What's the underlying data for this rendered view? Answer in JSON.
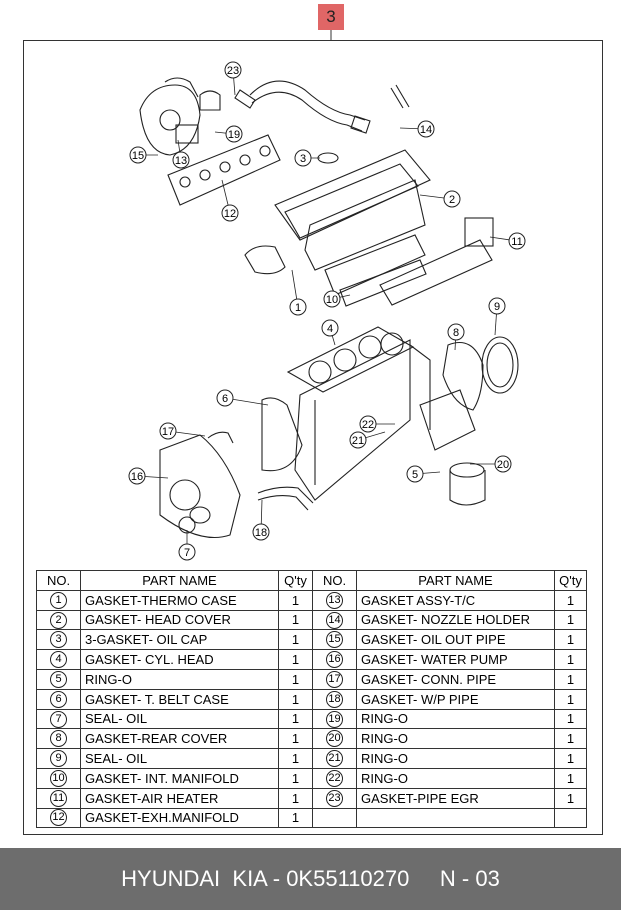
{
  "sheet_callout": "3",
  "callouts": [
    "1",
    "2",
    "3",
    "4",
    "5",
    "6",
    "7",
    "8",
    "9",
    "10",
    "11",
    "12",
    "13",
    "14",
    "15",
    "16",
    "17",
    "18",
    "19",
    "20",
    "21",
    "22",
    "23"
  ],
  "table": {
    "headers": {
      "no": "NO.",
      "part_name": "PART NAME",
      "qty": "Q'ty"
    },
    "left_rows": [
      {
        "no": "1",
        "name": "GASKET-THERMO CASE",
        "qty": "1"
      },
      {
        "no": "2",
        "name": "GASKET- HEAD COVER",
        "qty": "1"
      },
      {
        "no": "3",
        "name": "3-GASKET- OIL CAP",
        "qty": "1"
      },
      {
        "no": "4",
        "name": "GASKET- CYL. HEAD",
        "qty": "1"
      },
      {
        "no": "5",
        "name": "RING-O",
        "qty": "1"
      },
      {
        "no": "6",
        "name": "GASKET- T. BELT CASE",
        "qty": "1"
      },
      {
        "no": "7",
        "name": " SEAL- OIL",
        "qty": "1"
      },
      {
        "no": "8",
        "name": "GASKET-REAR COVER",
        "qty": "1"
      },
      {
        "no": "9",
        "name": "SEAL- OIL",
        "qty": "1"
      },
      {
        "no": "10",
        "name": "GASKET- INT. MANIFOLD",
        "qty": "1"
      },
      {
        "no": "11",
        "name": "GASKET-AIR HEATER",
        "qty": "1"
      },
      {
        "no": "12",
        "name": "GASKET-EXH.MANIFOLD",
        "qty": "1"
      }
    ],
    "right_rows": [
      {
        "no": "13",
        "name": "GASKET ASSY-T/C",
        "qty": "1"
      },
      {
        "no": "14",
        "name": "GASKET- NOZZLE HOLDER",
        "qty": "1"
      },
      {
        "no": "15",
        "name": "GASKET- OIL OUT PIPE",
        "qty": "1"
      },
      {
        "no": "16",
        "name": "GASKET- WATER PUMP",
        "qty": "1"
      },
      {
        "no": "17",
        "name": "GASKET- CONN. PIPE",
        "qty": "1"
      },
      {
        "no": "18",
        "name": "GASKET- W/P PIPE",
        "qty": "1"
      },
      {
        "no": "19",
        "name": "RING-O",
        "qty": "1"
      },
      {
        "no": "20",
        "name": "RING-O",
        "qty": "1"
      },
      {
        "no": "21",
        "name": "RING-O",
        "qty": "1"
      },
      {
        "no": "22",
        "name": "RING-O",
        "qty": "1"
      },
      {
        "no": "23",
        "name": "GASKET-PIPE EGR",
        "qty": "1"
      },
      {
        "no": "",
        "name": "",
        "qty": ""
      }
    ]
  },
  "footer": {
    "brand": "HYUNDAI  KIA - 0K55110270",
    "page": "N - 03"
  }
}
